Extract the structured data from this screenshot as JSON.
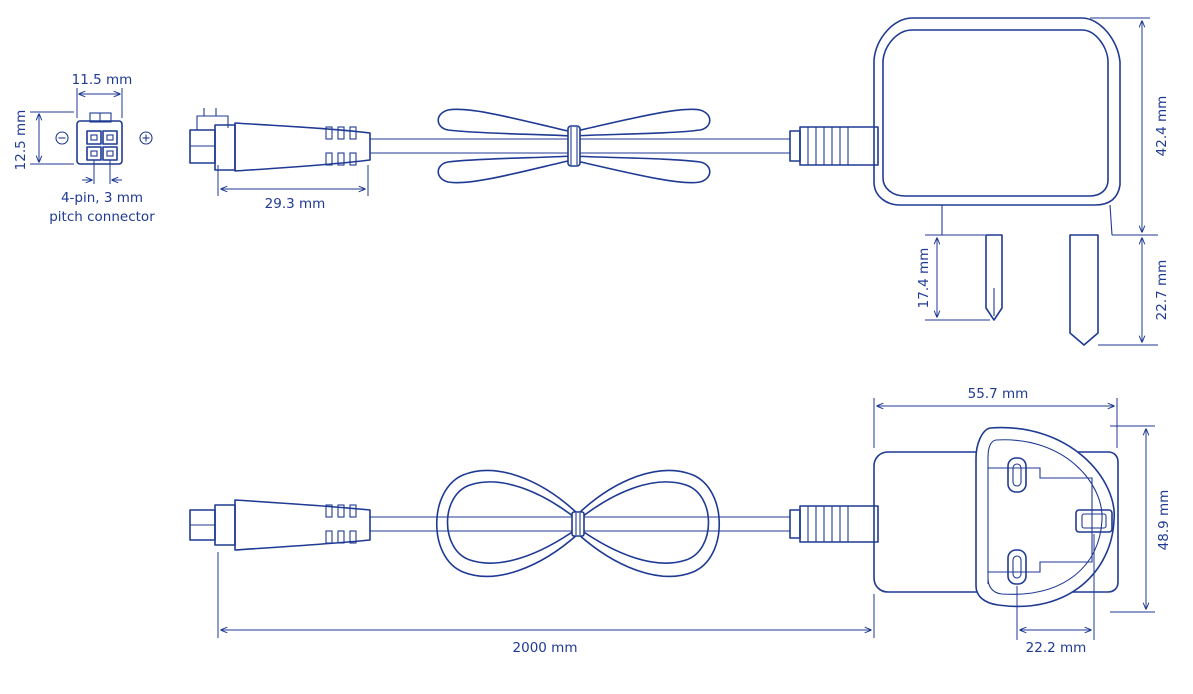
{
  "colors": {
    "ink": "#1f3a93",
    "background": "#ffffff"
  },
  "connector": {
    "width_label": "11.5 mm",
    "height_label": "12.5 mm",
    "caption_line1": "4-pin, 3 mm",
    "caption_line2": "pitch connector",
    "negative_symbol": "⊖",
    "positive_symbol": "⊕"
  },
  "side_view": {
    "plug_length_label": "29.3 mm",
    "body_height_label": "42.4 mm",
    "pin_length_label": "17.4 mm",
    "pin_full_label": "22.7 mm"
  },
  "top_view": {
    "body_width_label": "55.7 mm",
    "body_depth_label": "48.9 mm",
    "cable_length_label": "2000 mm",
    "pin_spacing_label": "22.2 mm"
  }
}
